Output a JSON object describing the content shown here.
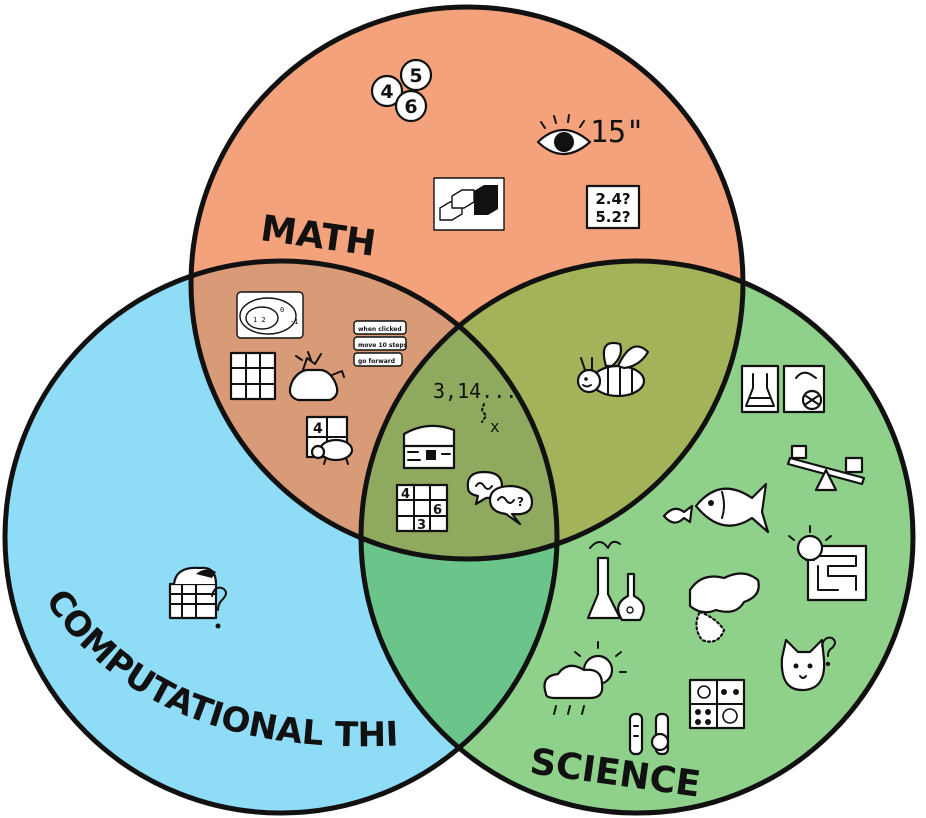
{
  "labels": {
    "math": "MATH",
    "computational_thinking": "COMPUTATIONAL THINKING",
    "science": "SCIENCE"
  },
  "colors": {
    "math": "#f4a27b",
    "computational_thinking": "#8fdcf6",
    "science": "#8fd18a",
    "math_ct_overlap": "#d99a78",
    "math_science_overlap": "#a3b35a",
    "ct_science_overlap": "#6bc58a",
    "center_overlap": "#8fa95f",
    "outline": "#111111"
  },
  "icon_text": {
    "dice_a": "4",
    "dice_b": "5",
    "dice_c": "6",
    "measure": "15\"",
    "estimate_line1": "2.4?",
    "estimate_line2": "5.2?",
    "block_when": "when clicked",
    "block_move": "move 10 steps",
    "block_forward": "go forward",
    "turtle_digit": "4",
    "pi_sequence": "3,14...",
    "pi_x": "x",
    "sudoku_4": "4",
    "sudoku_6": "6",
    "sudoku_3": "3",
    "bubble_question": "?"
  },
  "icons": [
    "dice-cluster-icon",
    "eye-measure-icon",
    "cubes-icon",
    "estimate-card-icon",
    "venn-numbers-icon",
    "code-blocks-icon",
    "grid-icon",
    "treasure-bag-icon",
    "turtle-grid-icon",
    "bee-icon",
    "pi-sequence-icon",
    "chest-icon",
    "sudoku-icon",
    "speech-bubbles-icon",
    "treasure-chest-question-icon",
    "beaker-card-icon",
    "microscope-card-icon",
    "seesaw-icon",
    "fish-icon",
    "lightbulb-maze-icon",
    "flasks-icon",
    "map-icon",
    "cat-question-icon",
    "weather-icon",
    "domino-icon",
    "test-tubes-icon"
  ]
}
